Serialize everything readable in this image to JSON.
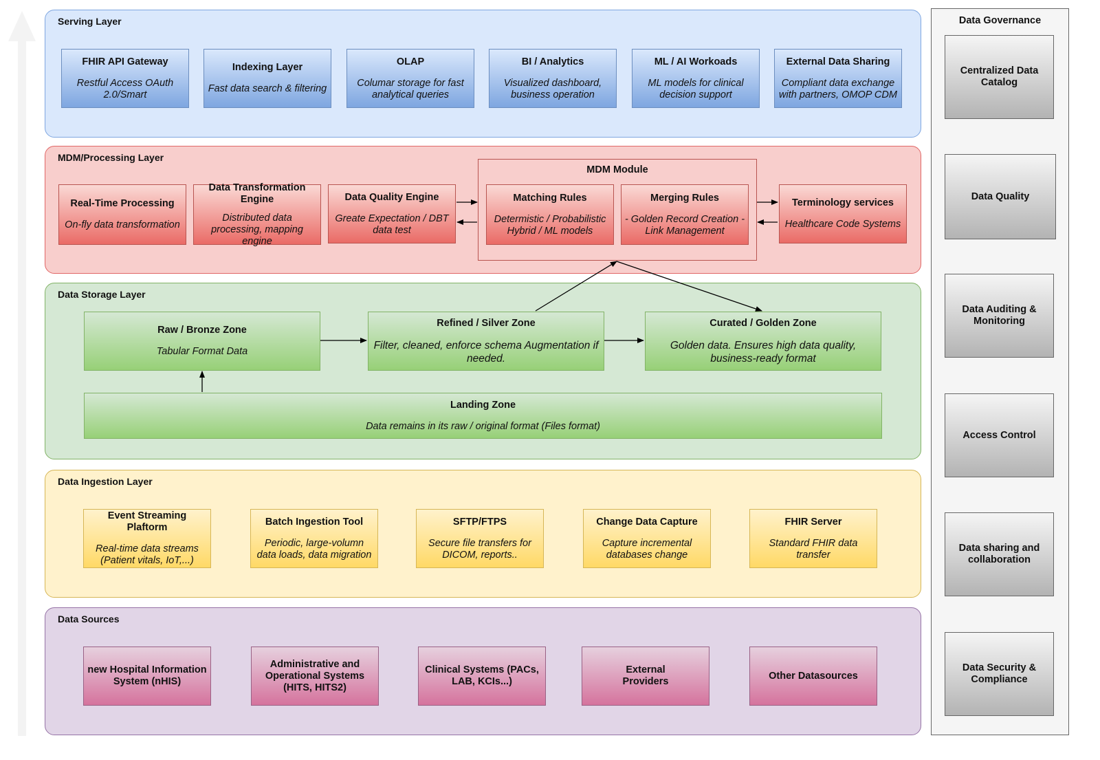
{
  "serving": {
    "title": "Serving Layer",
    "boxes": [
      {
        "title": "FHIR API Gateway",
        "desc": "Restful Access OAuth 2.0/Smart"
      },
      {
        "title": "Indexing Layer",
        "desc": "Fast data search & filtering"
      },
      {
        "title": "OLAP",
        "desc": "Columar storage for fast analytical queries"
      },
      {
        "title": "BI / Analytics",
        "desc": "Visualized dashboard, business operation"
      },
      {
        "title": "ML / AI Workoads",
        "desc": "ML models for clinical decision support"
      },
      {
        "title": "External Data Sharing",
        "desc": "Compliant data exchange with partners, OMOP CDM"
      }
    ]
  },
  "mdm": {
    "title": "MDM/Processing Layer",
    "realtime": {
      "title": "Real-Time Processing",
      "desc": "On-fly data transformation"
    },
    "transform": {
      "title": "Data Transformation Engine",
      "desc": "Distributed data processing, mapping engine"
    },
    "quality": {
      "title": "Data Quality Engine",
      "desc": "Greate Expectation / DBT data test"
    },
    "module_title": "MDM Module",
    "matching": {
      "title": "Matching Rules",
      "desc": "Determistic / Probabilistic Hybrid / ML models"
    },
    "merging": {
      "title": "Merging Rules",
      "desc": "- Golden Record Creation - Link Management"
    },
    "terminology": {
      "title": "Terminology services",
      "desc": "Healthcare Code Systems"
    }
  },
  "storage": {
    "title": "Data Storage Layer",
    "raw": {
      "title": "Raw / Bronze Zone",
      "desc": "Tabular Format Data"
    },
    "refined": {
      "title": "Refined / Silver Zone",
      "desc": "Filter, cleaned, enforce schema Augmentation if needed."
    },
    "curated": {
      "title": "Curated / Golden Zone",
      "desc": "Golden data. Ensures high data quality, business-ready format"
    },
    "landing": {
      "title": "Landing Zone",
      "desc": "Data remains in its raw / original format (Files format)"
    }
  },
  "ingestion": {
    "title": "Data Ingestion Layer",
    "boxes": [
      {
        "title": "Event Streaming Plaftorm",
        "desc": "Real-time data streams (Patient vitals, IoT,...)"
      },
      {
        "title": "Batch Ingestion Tool",
        "desc": "Periodic, large-volumn data loads, data migration"
      },
      {
        "title": "SFTP/FTPS",
        "desc": "Secure file transfers for DICOM, reports.."
      },
      {
        "title": "Change Data Capture",
        "desc": "Capture incremental databases change"
      },
      {
        "title": "FHIR Server",
        "desc": "Standard FHIR data transfer"
      }
    ]
  },
  "sources": {
    "title": "Data Sources",
    "boxes": [
      "new Hospital Information System (nHIS)",
      "Administrative and Operational Systems (HITS, HITS2)",
      "Clinical Systems (PACs, LAB, KCIs...)",
      "External Providers",
      "Other Datasources"
    ]
  },
  "governance": {
    "title": "Data Governance",
    "boxes": [
      "Centralized Data Catalog",
      "Data Quality",
      "Data Auditing & Monitoring",
      "Access Control",
      "Data sharing and collaboration",
      "Data Security & Compliance"
    ]
  }
}
